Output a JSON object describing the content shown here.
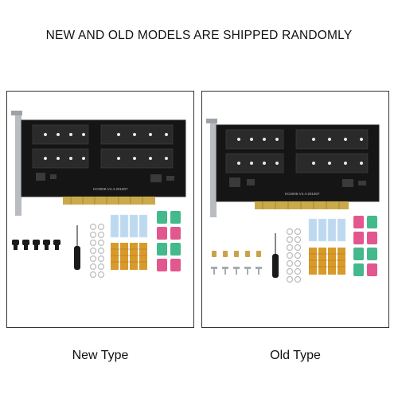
{
  "headline": "NEW AND OLD MODELS ARE SHIPPED RANDOMLY",
  "panels": [
    {
      "caption": "New Type",
      "pcb_text": "KC5006-V4.4-201907",
      "screw_style": "black"
    },
    {
      "caption": "Old Type",
      "pcb_text": "KC5006-V4.4-201907",
      "screw_style": "brass"
    }
  ],
  "colors": {
    "pcb": "#151515",
    "pcb_edge": "#2a2a2a",
    "slot_gold": "#caa94a",
    "bracket": "#b9bcc0",
    "thermal_pad": "#bcd9f0",
    "heatsink": "#d89a2a",
    "clip_green": "#43b98c",
    "clip_pink": "#e2578e"
  }
}
